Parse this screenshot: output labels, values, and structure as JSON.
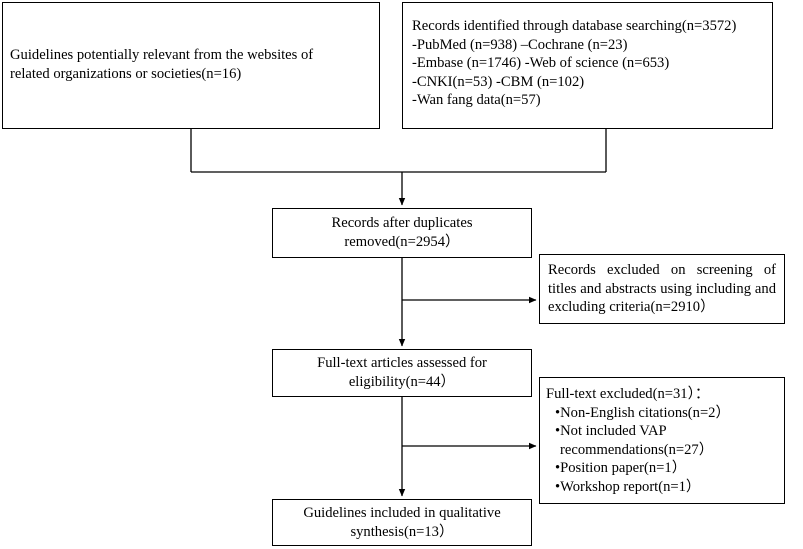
{
  "boxes": {
    "guidelines_websites": {
      "lines": [
        "Guidelines potentially relevant from the websites of",
        "related organizations or societies(n=16)"
      ]
    },
    "database_search": {
      "lines": [
        "Records identified through database searching(n=3572)",
        "-PubMed (n=938) –Cochrane (n=23)",
        "-Embase (n=1746) -Web of science (n=653)",
        "-CNKI(n=53)  -CBM (n=102)",
        "-Wan fang data(n=57)"
      ]
    },
    "after_duplicates": {
      "lines": [
        "Records after duplicates",
        "removed(n=2954）"
      ]
    },
    "excluded_screening": {
      "text": "Records excluded on screening of titles and abstracts using including and excluding criteria(n=2910）"
    },
    "fulltext_assessed": {
      "lines": [
        "Full-text articles assessed for",
        "eligibility(n=44）"
      ]
    },
    "fulltext_excluded": {
      "title": "Full-text excluded(n=31）：",
      "items": [
        "•Non-English citations(n=2）",
        "•Not included VAP",
        "recommendations(n=27）",
        "•Position paper(n=1）",
        "•Workshop report(n=1）"
      ]
    },
    "included": {
      "lines": [
        "Guidelines included in qualitative",
        "synthesis(n=13）"
      ]
    }
  }
}
